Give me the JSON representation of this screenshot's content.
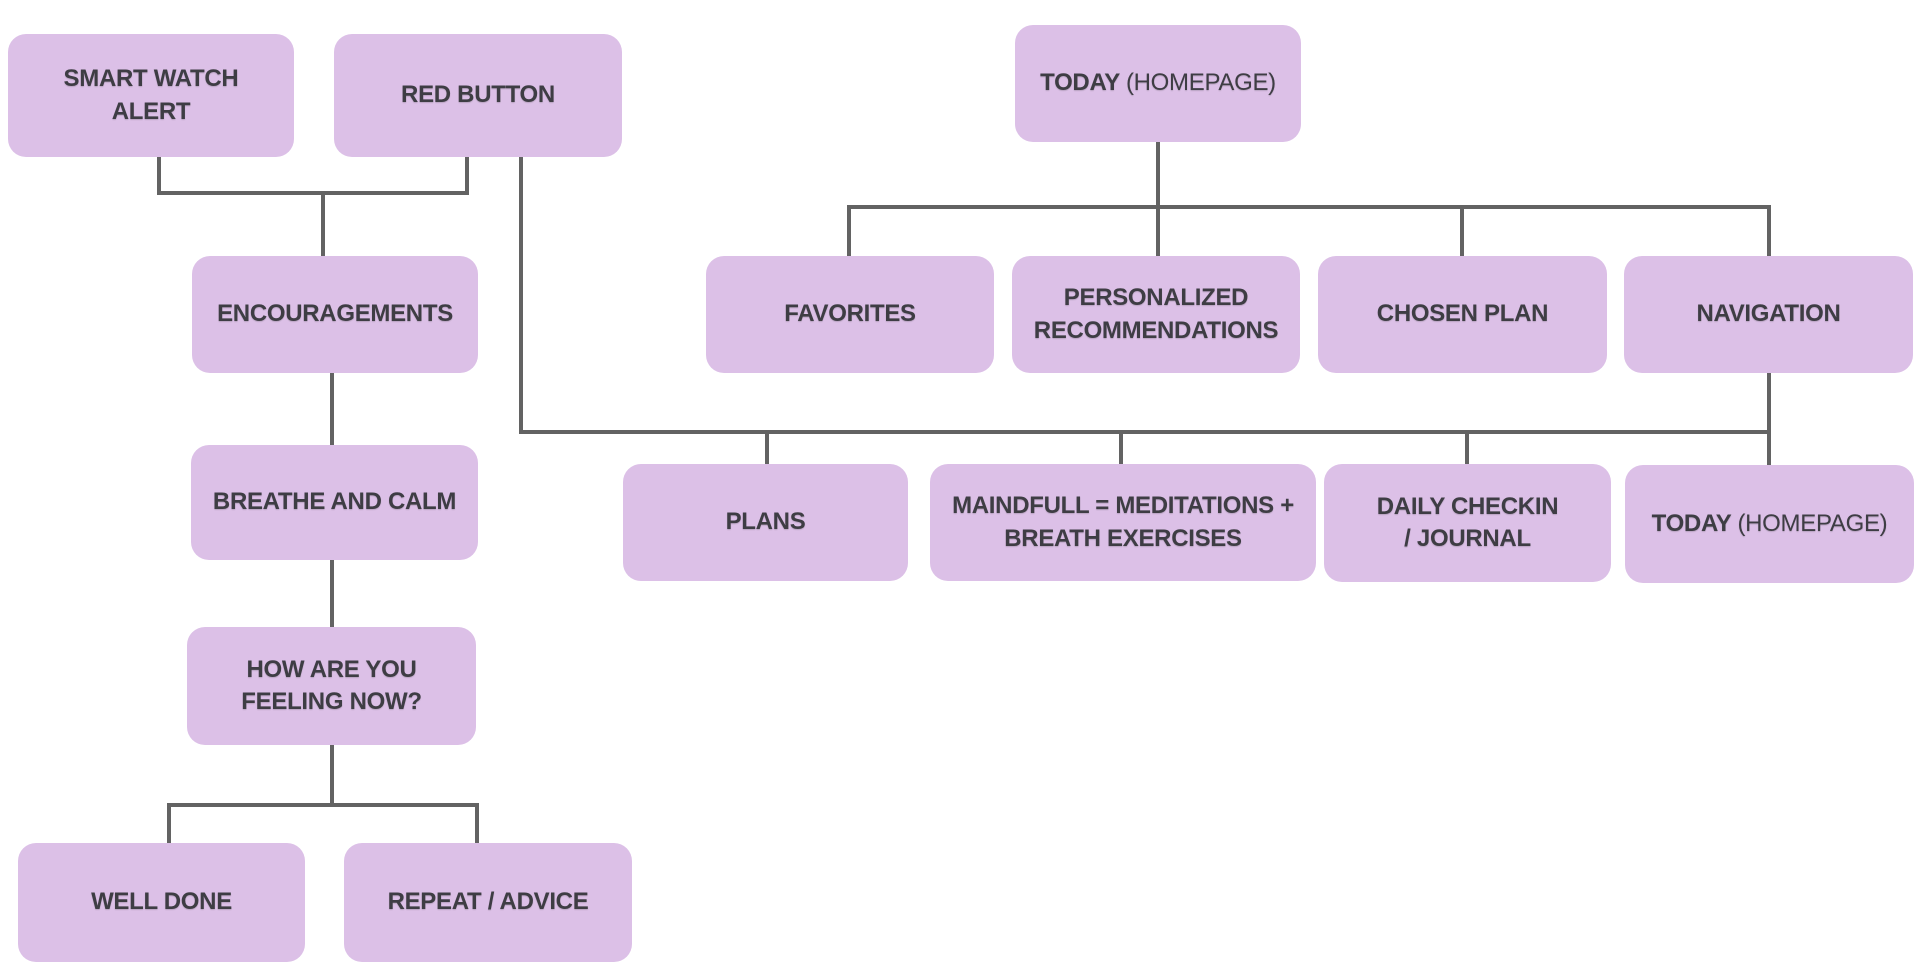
{
  "diagram": {
    "colors": {
      "canvas_background": "#ffffff",
      "node_fill": "#dcc0e7",
      "node_text": "#3e3d44",
      "connector": "#636363"
    },
    "nodes": {
      "smart_watch_alert": {
        "label": "SMART WATCH\nALERT"
      },
      "red_button": {
        "label": "RED BUTTON"
      },
      "today_homepage_top": {
        "label_bold": "TODAY",
        "label_rest": "(HOMEPAGE)"
      },
      "encouragements": {
        "label": "ENCOURAGEMENTS"
      },
      "favorites": {
        "label": "FAVORITES"
      },
      "personalized_recommendations": {
        "label": "PERSONALIZED\nRECOMMENDATIONS"
      },
      "chosen_plan": {
        "label": "CHOSEN PLAN"
      },
      "navigation": {
        "label": "NAVIGATION"
      },
      "breathe_and_calm": {
        "label": "BREATHE AND CALM"
      },
      "plans": {
        "label": "PLANS"
      },
      "maindfull_meditations": {
        "label": "MAINDFULL = MEDITATIONS +\nBREATH EXERCISES"
      },
      "daily_checkin_journal": {
        "label": "DAILY CHECKIN\n/ JOURNAL"
      },
      "today_homepage_bottom": {
        "label_bold": "TODAY",
        "label_rest": "(HOMEPAGE)"
      },
      "how_are_you_feeling_now": {
        "label": "HOW ARE YOU\nFEELING NOW?"
      },
      "well_done": {
        "label": "WELL DONE"
      },
      "repeat_advice": {
        "label": "REPEAT / ADVICE"
      }
    }
  }
}
